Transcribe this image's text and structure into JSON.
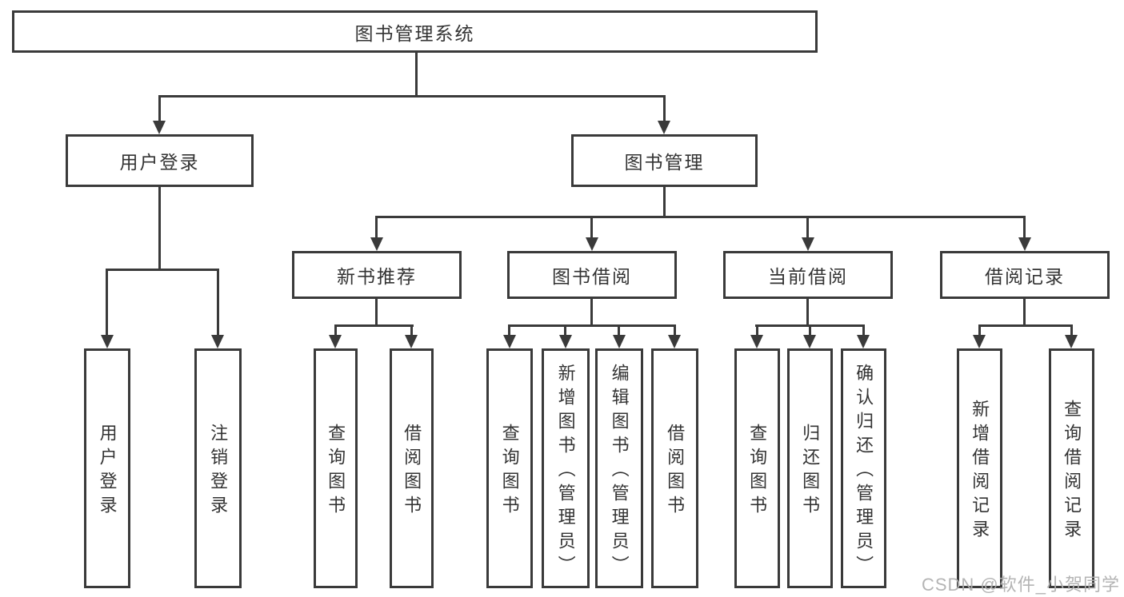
{
  "nodes": {
    "root": "图书管理系统",
    "user_login": "用户登录",
    "book_mgmt": "图书管理",
    "new_book_rec": "新书推荐",
    "book_borrow": "图书借阅",
    "current_borrow": "当前借阅",
    "borrow_record": "借阅记录",
    "ul_login": "用户登录",
    "ul_logout": "注销登录",
    "nbr_query_book": "查询图书",
    "nbr_borrow_book": "借阅图书",
    "bb_query_book": "查询图书",
    "bb_add_book": "新增图书（管理员）",
    "bb_edit_book": "编辑图书（管理员）",
    "bb_borrow_book": "借阅图书",
    "cb_query_book": "查询图书",
    "cb_return_book": "归还图书",
    "cb_confirm_return": "确认归还（管理员）",
    "br_add_record": "新增借阅记录",
    "br_query_record": "查询借阅记录"
  },
  "tree": {
    "图书管理系统": {
      "用户登录": [
        "用户登录",
        "注销登录"
      ],
      "图书管理": {
        "新书推荐": [
          "查询图书",
          "借阅图书"
        ],
        "图书借阅": [
          "查询图书",
          "新增图书（管理员）",
          "编辑图书（管理员）",
          "借阅图书"
        ],
        "当前借阅": [
          "查询图书",
          "归还图书",
          "确认归还（管理员）"
        ],
        "借阅记录": [
          "新增借阅记录",
          "查询借阅记录"
        ]
      }
    }
  },
  "watermark": "CSDN @软件_小贺同学",
  "colors": {
    "line": "#3a3a3a",
    "text": "#333333",
    "watermark": "#b0b0b0",
    "background": "#ffffff"
  }
}
